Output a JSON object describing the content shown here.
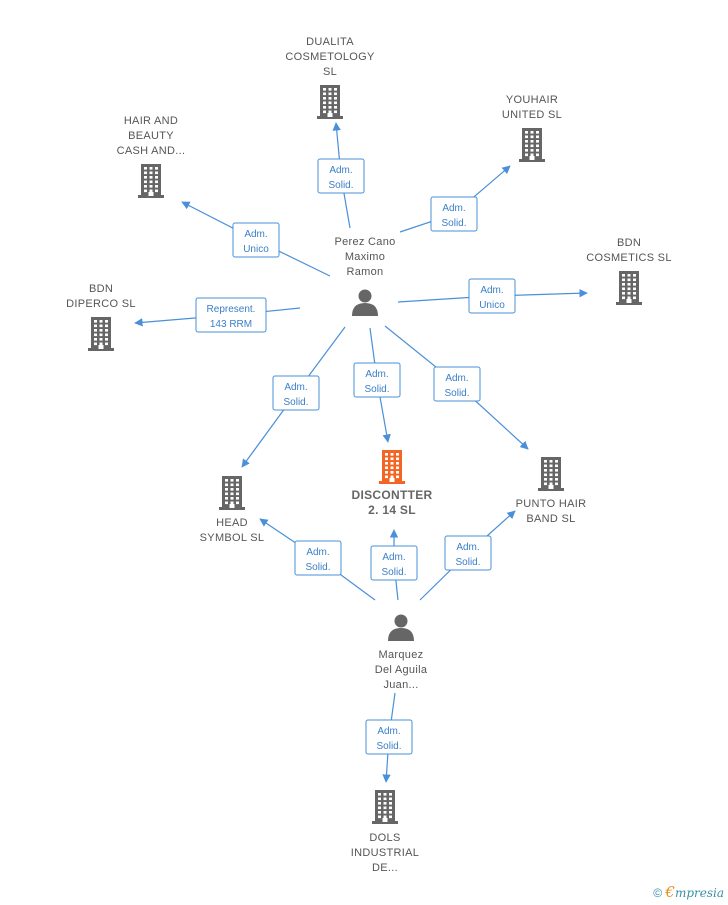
{
  "colors": {
    "edge": "#4a90d9",
    "building": "#666666",
    "focus": "#f26522",
    "person": "#666666"
  },
  "nodes": [
    {
      "id": "dualita",
      "type": "company",
      "lines": [
        "DUALITA",
        "COSMETOLOGY",
        "SL"
      ]
    },
    {
      "id": "hair_beauty",
      "type": "company",
      "lines": [
        "HAIR AND",
        "BEAUTY",
        "CASH AND..."
      ]
    },
    {
      "id": "youhair",
      "type": "company",
      "lines": [
        "YOUHAIR",
        "UNITED SL"
      ]
    },
    {
      "id": "bdn_cosmetics",
      "type": "company",
      "lines": [
        "BDN",
        "COSMETICS  SL"
      ]
    },
    {
      "id": "bdn_diperco",
      "type": "company",
      "lines": [
        "BDN",
        "DIPERCO  SL"
      ]
    },
    {
      "id": "perez",
      "type": "person",
      "lines": [
        "Perez Cano",
        "Maximo",
        "Ramon"
      ]
    },
    {
      "id": "discontter",
      "type": "focus",
      "lines": [
        "DISCONTTER",
        "2. 14  SL"
      ]
    },
    {
      "id": "head_symbol",
      "type": "company",
      "lines": [
        "HEAD",
        "SYMBOL SL"
      ]
    },
    {
      "id": "punto_hair",
      "type": "company",
      "lines": [
        "PUNTO HAIR",
        "BAND SL"
      ]
    },
    {
      "id": "marquez",
      "type": "person",
      "lines": [
        "Marquez",
        "Del Aguila",
        "Juan..."
      ]
    },
    {
      "id": "dols",
      "type": "company",
      "lines": [
        "DOLS",
        "INDUSTRIAL",
        "DE..."
      ]
    }
  ],
  "edges": [
    {
      "from": "perez",
      "to": "dualita",
      "label": [
        "Adm.",
        "Solid."
      ]
    },
    {
      "from": "perez",
      "to": "hair_beauty",
      "label": [
        "Adm.",
        "Unico"
      ]
    },
    {
      "from": "perez",
      "to": "youhair",
      "label": [
        "Adm.",
        "Solid."
      ]
    },
    {
      "from": "perez",
      "to": "bdn_cosmetics",
      "label": [
        "Adm.",
        "Unico"
      ]
    },
    {
      "from": "perez",
      "to": "bdn_diperco",
      "label": [
        "Represent.",
        "143 RRM"
      ]
    },
    {
      "from": "perez",
      "to": "head_symbol",
      "label": [
        "Adm.",
        "Solid."
      ]
    },
    {
      "from": "perez",
      "to": "discontter",
      "label": [
        "Adm.",
        "Solid."
      ]
    },
    {
      "from": "perez",
      "to": "punto_hair",
      "label": [
        "Adm.",
        "Solid."
      ]
    },
    {
      "from": "marquez",
      "to": "head_symbol",
      "label": [
        "Adm.",
        "Solid."
      ]
    },
    {
      "from": "marquez",
      "to": "discontter",
      "label": [
        "Adm.",
        "Solid."
      ]
    },
    {
      "from": "marquez",
      "to": "punto_hair",
      "label": [
        "Adm.",
        "Solid."
      ]
    },
    {
      "from": "marquez",
      "to": "dols",
      "label": [
        "Adm.",
        "Solid."
      ]
    }
  ],
  "footer": {
    "copyright_symbol": "©",
    "brand_initial": "€",
    "brand_rest": "mpresia"
  }
}
